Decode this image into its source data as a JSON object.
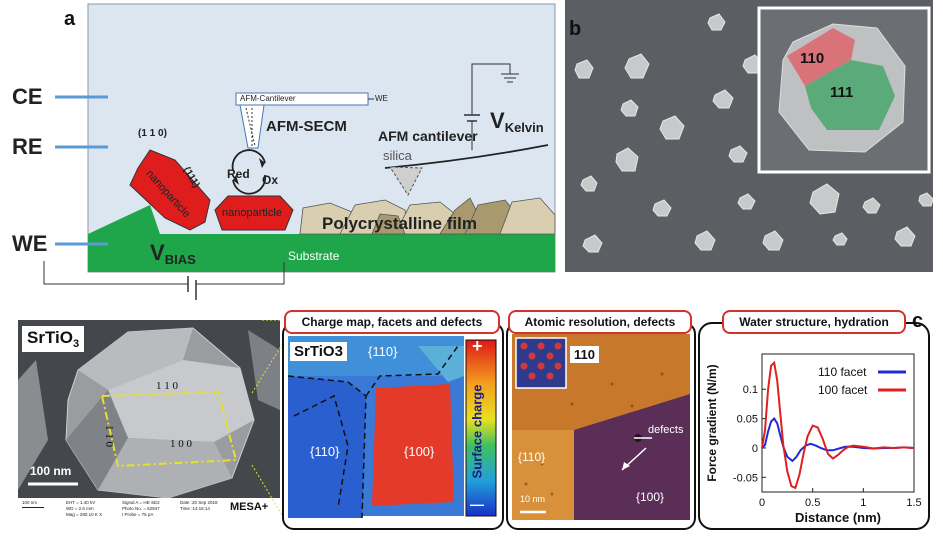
{
  "panel_a": {
    "letter": "a",
    "electrodes": {
      "ce": "CE",
      "re": "RE",
      "we": "WE"
    },
    "cantilever_label": "AFM-Cantilever",
    "we_small": "WE",
    "afm_secm": "AFM-SECM",
    "red": "Red",
    "ox": "Ox",
    "afm_cantilever": "AFM cantilever",
    "silica": "silica",
    "v_kelvin_main": "V",
    "v_kelvin_sub": "Kelvin",
    "facet_110": "(1 1 0)",
    "facet_111": "(111)",
    "nanoparticle": "nanoparticle",
    "polycrystalline": "Polycrystalline film",
    "v_bias_main": "V",
    "v_bias_sub": "BIAS",
    "substrate": "Substrate"
  },
  "panel_b": {
    "letter": "b",
    "facet_110": "110",
    "facet_111": "111"
  },
  "panel_sem": {
    "material_main": "SrTiO",
    "material_sub": "3",
    "facet_110": "1 1 0",
    "facet_110_side": "1 1 0",
    "facet_100": "1 0 0",
    "scale_bar": "100 nm",
    "info_scale": "100 nm",
    "info_col1": [
      "EHT = 1.40 kV",
      "WD = 2.6 mm",
      "Mag = 280.10 K X"
    ],
    "info_col2": [
      "Signal A = HE-SE2",
      "Photo No. = 62947",
      "I Probe = 75 pA"
    ],
    "info_col3": [
      "Date :20 Sep 2018",
      "Time :14:16:14"
    ],
    "logo": "MESA+"
  },
  "panel_charge": {
    "title": "Charge map, facets and defects",
    "material": "SrTiO3",
    "facet_top": "{110}",
    "facet_left": "{110}",
    "facet_right": "{100}",
    "colorbar_label": "Surface charge",
    "plus": "+",
    "minus": "—"
  },
  "panel_atomic": {
    "title": "Atomic resolution, defects",
    "inset_label": "110",
    "defects": "defects",
    "facet_left": "{110}",
    "facet_right": "{100}",
    "scale_bar": "10 nm"
  },
  "panel_water": {
    "title": "Water structure, hydration",
    "letter": "c"
  },
  "chart_data": {
    "type": "line",
    "title": "",
    "xlabel": "Distance (nm)",
    "ylabel": "Force gradient (N/m)",
    "xlim": [
      0,
      1.5
    ],
    "ylim": [
      -0.075,
      0.16
    ],
    "xticks": [
      "0",
      "0.5",
      "1",
      "1.5"
    ],
    "yticks": [
      "-0.05",
      "0",
      "0.05",
      "0.1"
    ],
    "ytick_values": [
      -0.05,
      0,
      0.05,
      0.1
    ],
    "xtick_values": [
      0,
      0.5,
      1,
      1.5
    ],
    "legend": "top-right",
    "series": [
      {
        "name": "110 facet",
        "color": "#1f2bd6",
        "x": [
          0.0,
          0.03,
          0.06,
          0.09,
          0.12,
          0.15,
          0.18,
          0.21,
          0.25,
          0.3,
          0.34,
          0.38,
          0.43,
          0.48,
          0.53,
          0.58,
          0.64,
          0.7,
          0.76,
          0.82,
          0.9,
          1.0,
          1.1,
          1.2,
          1.3,
          1.4,
          1.5
        ],
        "y": [
          0.0,
          0.005,
          0.028,
          0.045,
          0.05,
          0.042,
          0.022,
          0.002,
          -0.015,
          -0.022,
          -0.015,
          -0.004,
          0.004,
          0.007,
          0.004,
          0.0,
          -0.004,
          -0.004,
          -0.001,
          0.002,
          0.002,
          0.0,
          -0.001,
          0.0,
          0.0,
          0.001,
          0.0
        ]
      },
      {
        "name": "100 facet",
        "color": "#e02020",
        "x": [
          0.0,
          0.03,
          0.06,
          0.09,
          0.12,
          0.15,
          0.18,
          0.21,
          0.25,
          0.29,
          0.33,
          0.37,
          0.41,
          0.45,
          0.5,
          0.55,
          0.6,
          0.65,
          0.7,
          0.75,
          0.8,
          0.85,
          0.9,
          1.0,
          1.1,
          1.2,
          1.3,
          1.4,
          1.5
        ],
        "y": [
          0.0,
          0.03,
          0.1,
          0.14,
          0.145,
          0.115,
          0.06,
          0.005,
          -0.04,
          -0.065,
          -0.068,
          -0.045,
          -0.01,
          0.02,
          0.038,
          0.035,
          0.015,
          -0.01,
          -0.018,
          -0.012,
          -0.004,
          0.002,
          0.004,
          0.002,
          -0.001,
          0.001,
          0.0,
          0.001,
          0.0
        ]
      }
    ]
  }
}
